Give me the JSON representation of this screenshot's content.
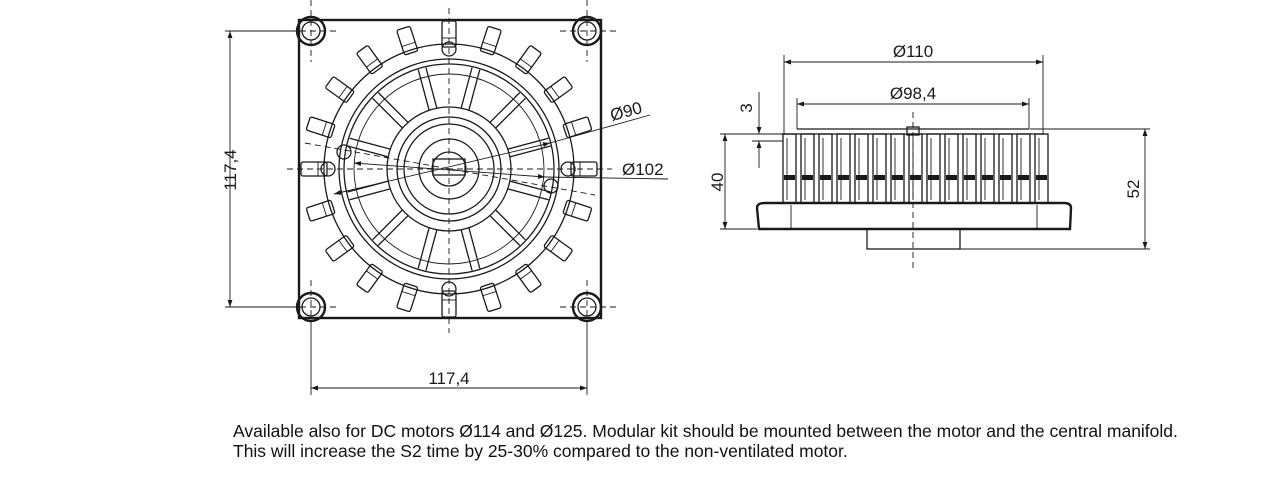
{
  "front_view": {
    "dim_height": "117,4",
    "dim_width": "117,4",
    "dim_inner_diameter": "Ø90",
    "dim_outer_diameter": "Ø102"
  },
  "side_view": {
    "dim_outer_diameter": "Ø110",
    "dim_inner_diameter": "Ø98,4",
    "dim_top_thickness": "3",
    "dim_body_height": "40",
    "dim_total_height": "52"
  },
  "notes": [
    "Available also for DC motors Ø114 and Ø125. Modular kit should be mounted between the motor and the central manifold.",
    "This will increase the S2 time by 25-30% compared to the non-ventilated motor."
  ]
}
